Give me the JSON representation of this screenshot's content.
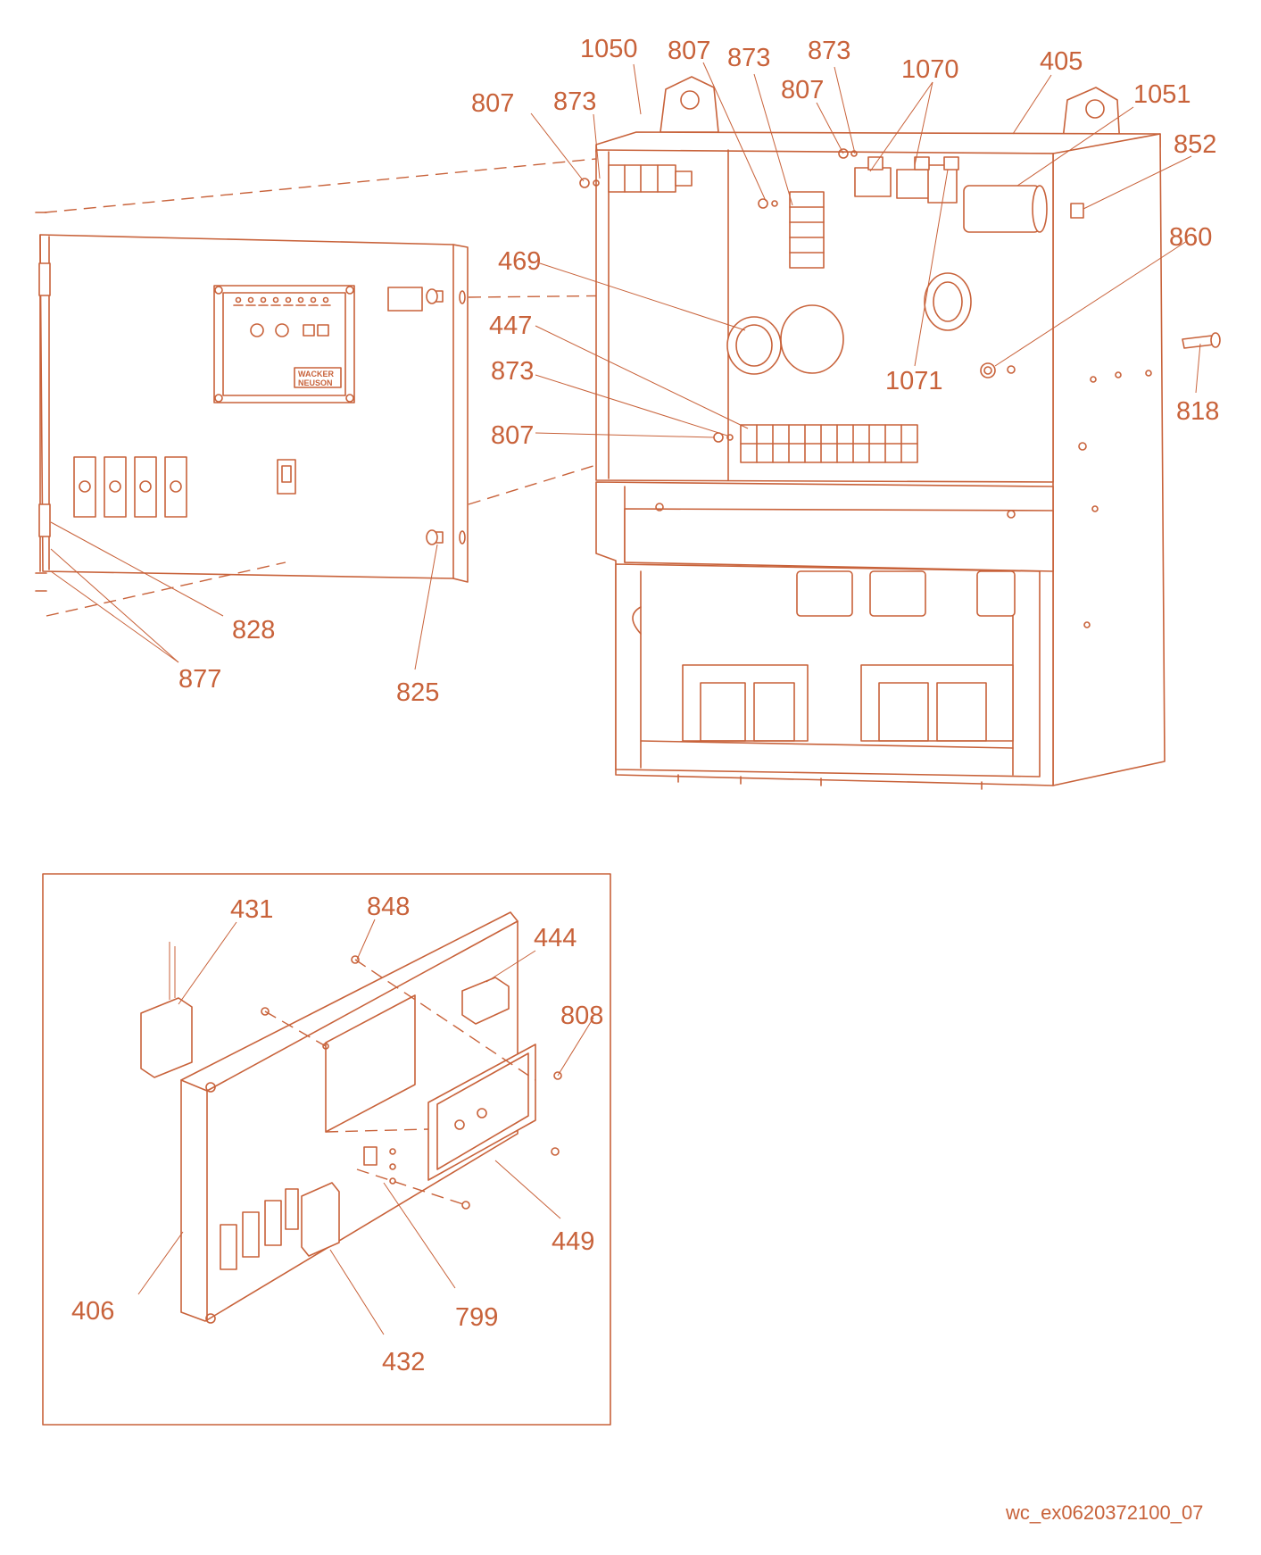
{
  "colors": {
    "accent": "#c8623a",
    "accent_light": "#e9b9a4",
    "background": "#ffffff"
  },
  "logo_text": [
    "WACKER",
    "NEUSON"
  ],
  "figure_id": "wc_ex0620372100_07",
  "callouts": [
    {
      "id": "c1050",
      "text": "1050"
    },
    {
      "id": "c807a",
      "text": "807"
    },
    {
      "id": "c873a",
      "text": "873"
    },
    {
      "id": "c873b",
      "text": "873"
    },
    {
      "id": "c807b",
      "text": "807"
    },
    {
      "id": "c807c",
      "text": "807"
    },
    {
      "id": "c873c",
      "text": "873"
    },
    {
      "id": "c1070",
      "text": "1070"
    },
    {
      "id": "c405",
      "text": "405"
    },
    {
      "id": "c1051",
      "text": "1051"
    },
    {
      "id": "c852",
      "text": "852"
    },
    {
      "id": "c860",
      "text": "860"
    },
    {
      "id": "c469",
      "text": "469"
    },
    {
      "id": "c447",
      "text": "447"
    },
    {
      "id": "c873d",
      "text": "873"
    },
    {
      "id": "c807d",
      "text": "807"
    },
    {
      "id": "c1071",
      "text": "1071"
    },
    {
      "id": "c818",
      "text": "818"
    },
    {
      "id": "c828",
      "text": "828"
    },
    {
      "id": "c877",
      "text": "877"
    },
    {
      "id": "c825",
      "text": "825"
    },
    {
      "id": "c431",
      "text": "431"
    },
    {
      "id": "c848",
      "text": "848"
    },
    {
      "id": "c444",
      "text": "444"
    },
    {
      "id": "c808",
      "text": "808"
    },
    {
      "id": "c449",
      "text": "449"
    },
    {
      "id": "c406",
      "text": "406"
    },
    {
      "id": "c799",
      "text": "799"
    },
    {
      "id": "c432",
      "text": "432"
    }
  ]
}
